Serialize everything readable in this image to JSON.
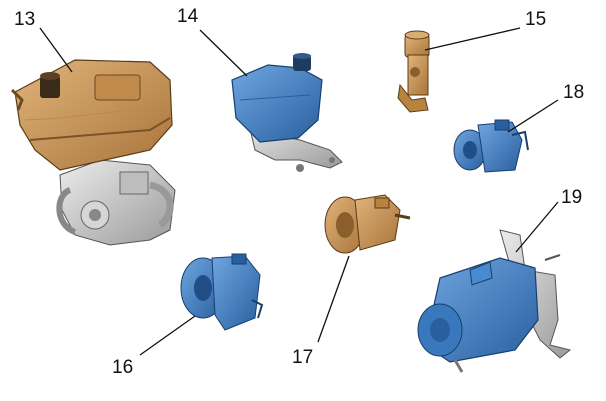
{
  "callouts": {
    "c13": "13",
    "c14": "14",
    "c15": "15",
    "c16": "16",
    "c17": "17",
    "c18": "18",
    "c19": "19"
  },
  "colors": {
    "tan_part": "#c9965a",
    "tan_dark": "#8a5f2c",
    "blue_part": "#3f7fc4",
    "blue_dark": "#1f4f86",
    "metal": "#c9c9c9",
    "metal_dark": "#7a7a7a",
    "leader": "#111111"
  }
}
